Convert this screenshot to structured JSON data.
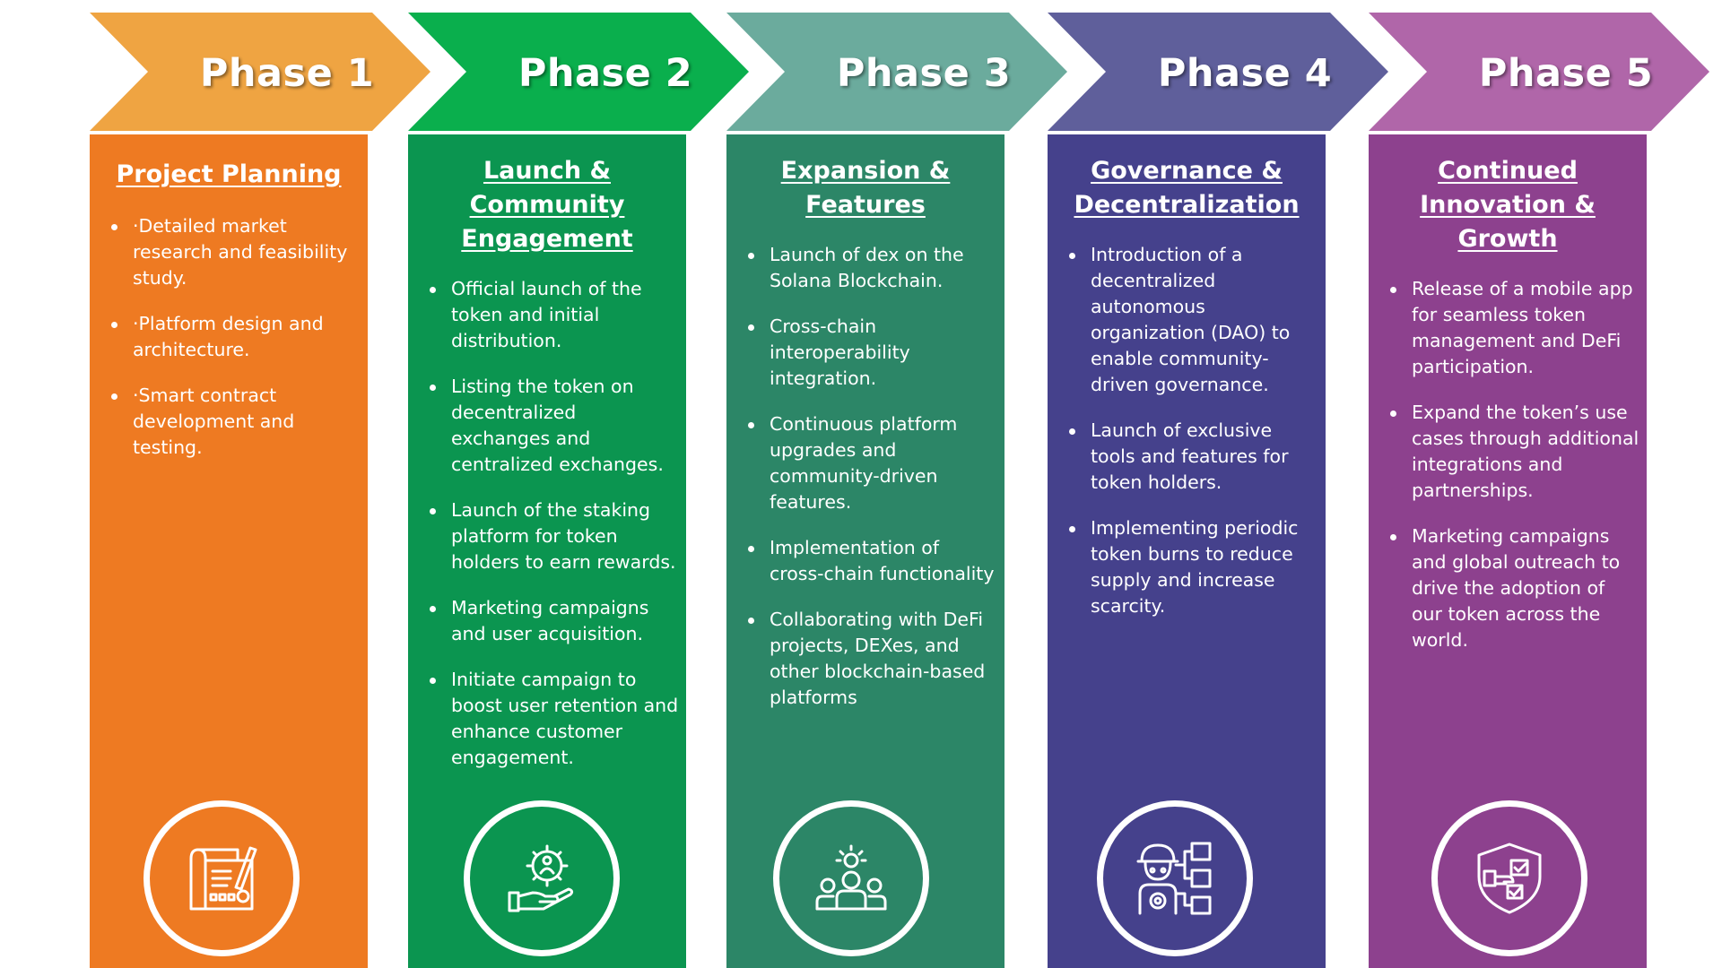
{
  "phases": [
    {
      "title": "Phase 1",
      "heading": "Project Planning",
      "arrow_color": "#EFA442",
      "column_color": "#EE7A22",
      "icon": "blueprint-icon",
      "items": [
        "·Detailed market research and feasibility study.",
        "·Platform design and architecture.",
        "·Smart contract development and testing."
      ]
    },
    {
      "title": "Phase 2",
      "heading": "Launch & Community Engagement",
      "arrow_color": "#0AAF4D",
      "column_color": "#0B9550",
      "icon": "hand-gear-icon",
      "items": [
        "Official launch of the token and initial distribution.",
        "Listing the token on decentralized exchanges and centralized exchanges.",
        "Launch of the staking platform for token holders to earn rewards.",
        "Marketing campaigns and user acquisition.",
        "Initiate campaign to boost user retention and enhance customer engagement."
      ]
    },
    {
      "title": "Phase 3",
      "heading": "Expansion & Features",
      "arrow_color": "#6BAB9D",
      "column_color": "#2C8667",
      "icon": "team-idea-icon",
      "items": [
        "Launch of dex on the Solana Blockchain.",
        "Cross-chain interoperability integration.",
        "Continuous platform upgrades and community-driven features.",
        "Implementation of cross-chain functionality",
        "Collaborating with DeFi projects, DEXes, and other blockchain-based platforms"
      ]
    },
    {
      "title": "Phase 4",
      "heading": "Governance & Decentralization",
      "arrow_color": "#5F5F9B",
      "column_color": "#45418C",
      "icon": "worker-network-icon",
      "items": [
        "Introduction of a decentralized autonomous organization (DAO) to enable community-driven governance.",
        "Launch of exclusive tools and features for token holders.",
        "Implementing periodic token burns to reduce supply and increase scarcity."
      ]
    },
    {
      "title": "Phase 5",
      "heading": "Continued Innovation & Growth",
      "arrow_color": "#B066A9",
      "column_color": "#8D418E",
      "icon": "shield-check-icon",
      "items": [
        "Release of a mobile app for seamless token management and DeFi participation.",
        "Expand the token’s use cases through additional integrations and partnerships.",
        "Marketing campaigns and global outreach to drive the adoption of our token across the world."
      ]
    }
  ]
}
